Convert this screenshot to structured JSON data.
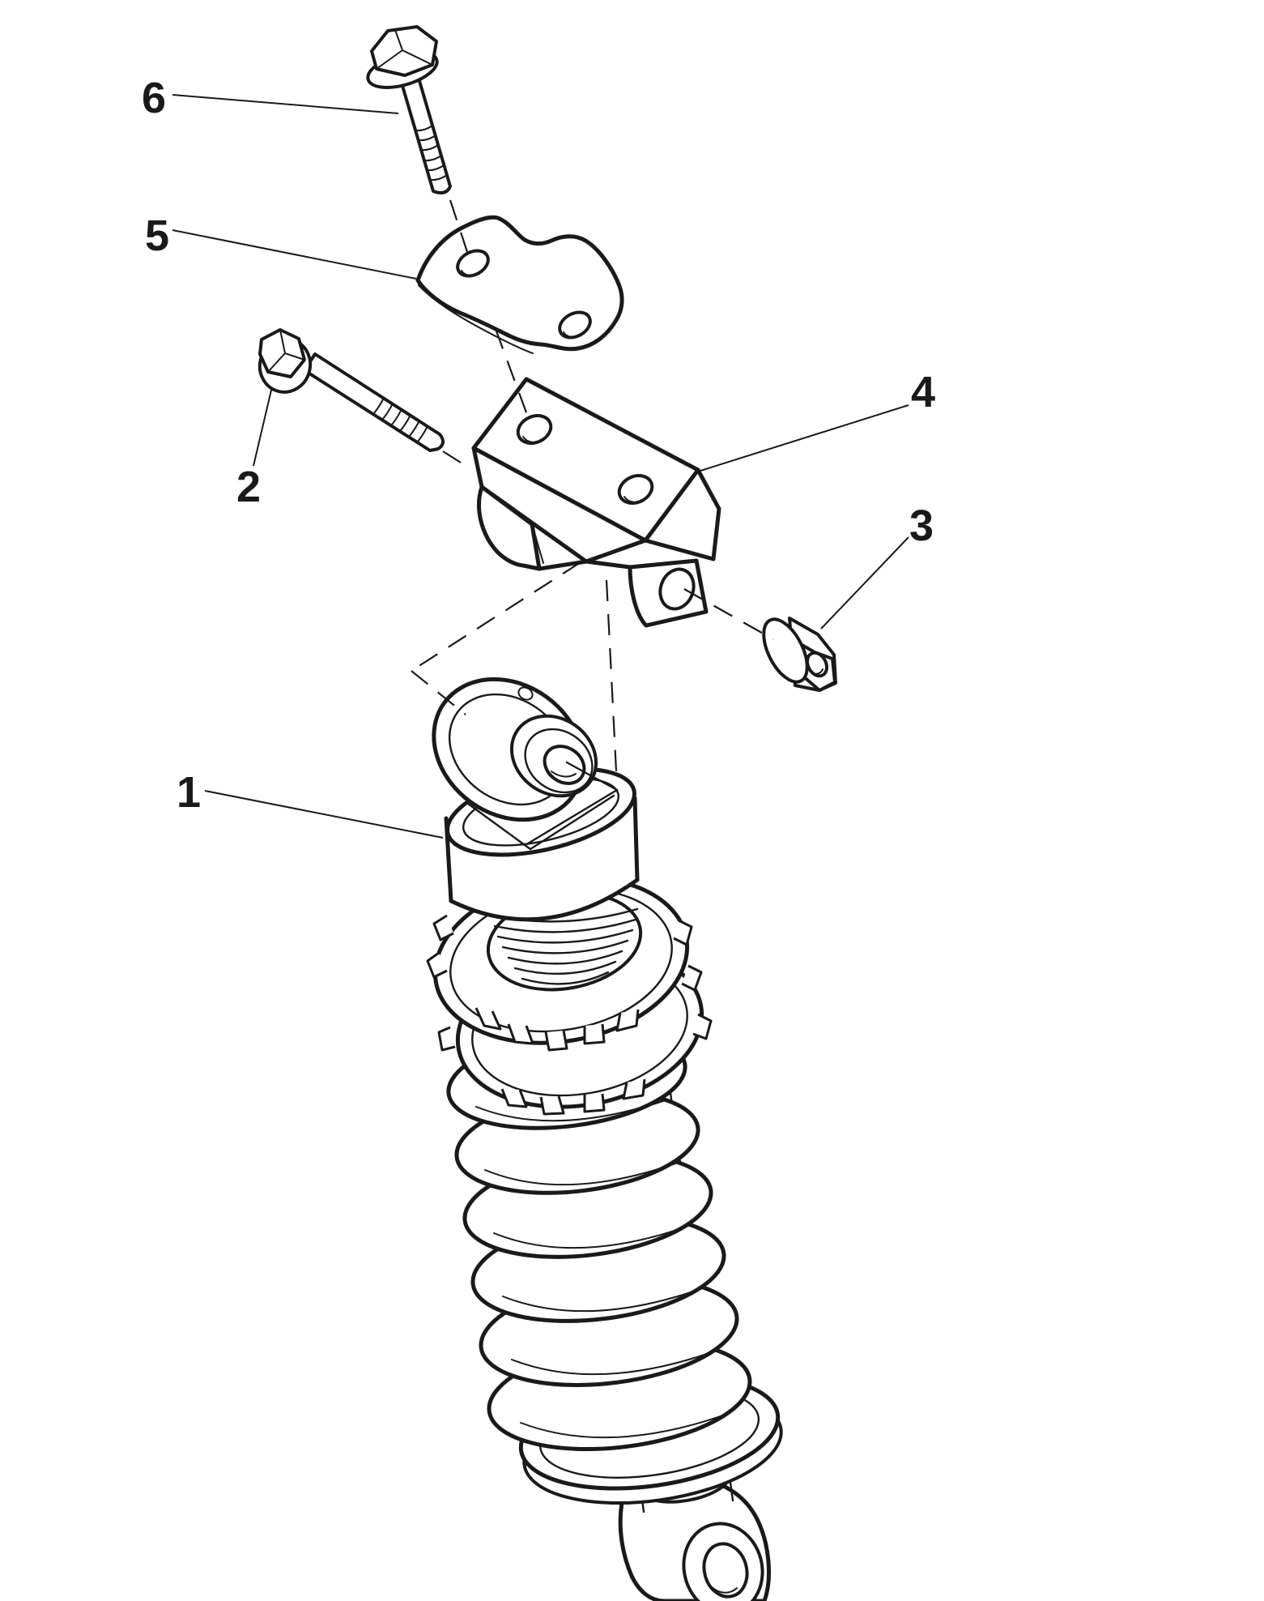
{
  "figure": {
    "kind": "exploded-parts-diagram",
    "subject": "rear shock absorber with upper mounting bracket",
    "background_color": "#ffffff",
    "line_color": "#1a1a1a"
  },
  "callouts": [
    {
      "label": "1",
      "part": "shock-absorber-assembly"
    },
    {
      "label": "2",
      "part": "front-flange-bolt"
    },
    {
      "label": "3",
      "part": "flange-nut"
    },
    {
      "label": "4",
      "part": "upper-mount-bracket"
    },
    {
      "label": "5",
      "part": "retainer-plate"
    },
    {
      "label": "6",
      "part": "top-flange-bolt"
    }
  ]
}
